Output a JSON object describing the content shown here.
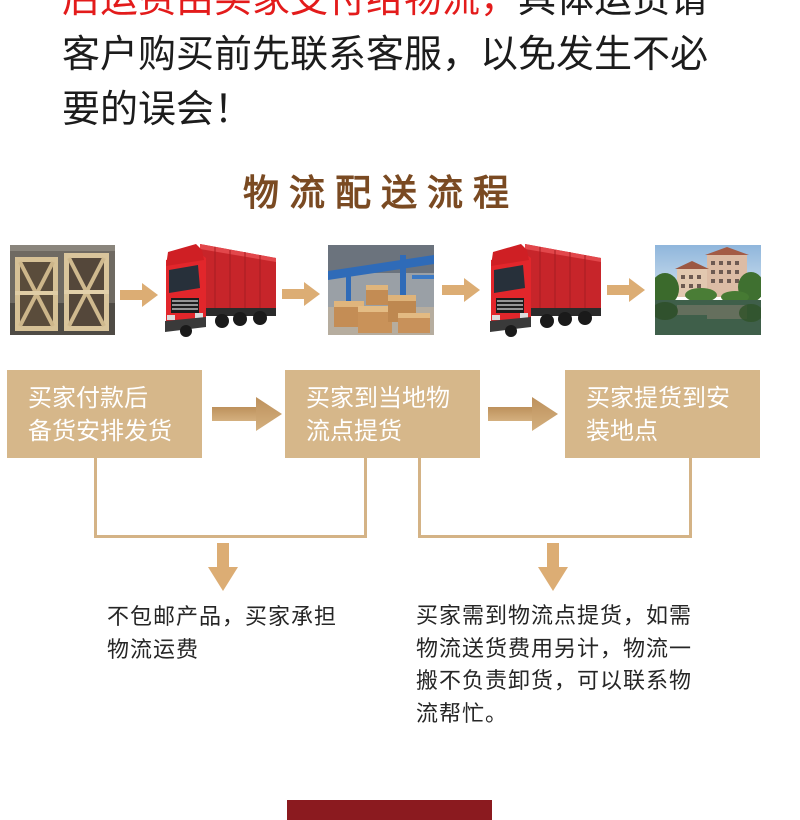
{
  "notice": {
    "line1_red": "后运费由买家支付给物流，",
    "line1_black": "具体运货请",
    "line2": "客户购买前先联系客服，以免发生不必",
    "line3": "要的误会！"
  },
  "section_title": "物流配送流程",
  "photos": [
    {
      "icon": "wooden-crates-photo"
    },
    {
      "icon": "red-truck-photo"
    },
    {
      "icon": "warehouse-boxes-photo"
    },
    {
      "icon": "red-truck-photo"
    },
    {
      "icon": "destination-buildings-photo"
    }
  ],
  "steps": [
    {
      "line1": "买家付款后",
      "line2": "备货安排发货"
    },
    {
      "line1": "买家到当地物",
      "line2": "流点提货"
    },
    {
      "line1": "买家提货到安",
      "line2": "装地点"
    }
  ],
  "notes": [
    {
      "lines": [
        "不包邮产品，买家承担",
        "物流运费"
      ]
    },
    {
      "lines": [
        "买家需到物流点提货，如需",
        "物流送货费用另计，物流一",
        "搬不负责卸货，可以联系物",
        "流帮忙。"
      ]
    }
  ],
  "colors": {
    "accent_red": "#e31b1b",
    "title_brown": "#7a4a22",
    "step_box": "#d6b78a",
    "arrow": "#dcad74",
    "bracket": "#d4b386",
    "banner": "#8b1a1f"
  }
}
